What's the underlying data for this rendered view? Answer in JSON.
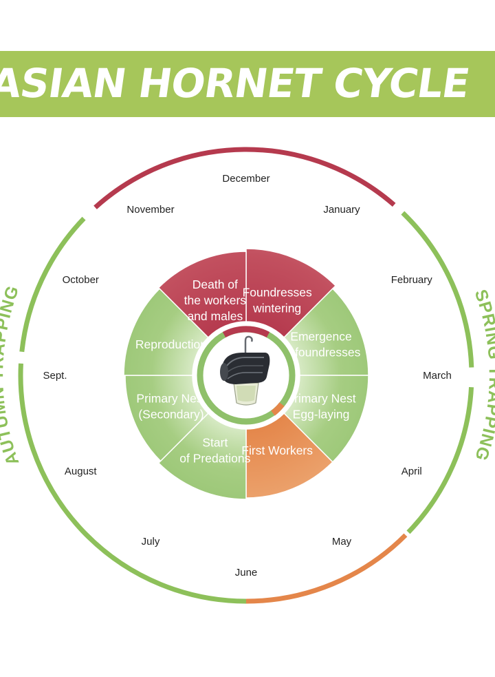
{
  "title": "ASIAN HORNET CYCLE",
  "months": [
    "December",
    "January",
    "February",
    "March",
    "April",
    "May",
    "June",
    "July",
    "August",
    "Sept.",
    "October",
    "November"
  ],
  "segments": [
    {
      "lines": [
        "Foundresses",
        "wintering"
      ],
      "color": "red"
    },
    {
      "lines": [
        "Emergence",
        "of foundresses"
      ],
      "color": "green"
    },
    {
      "lines": [
        "Primary Nest",
        "Egg-laying"
      ],
      "color": "green"
    },
    {
      "lines": [
        "First Workers"
      ],
      "color": "orange"
    },
    {
      "lines": [
        "Start",
        "of Predations"
      ],
      "color": "green"
    },
    {
      "lines": [
        "Primary Nest",
        "(Secondary)"
      ],
      "color": "green"
    },
    {
      "lines": [
        "Reproduction"
      ],
      "color": "green"
    },
    {
      "lines": [
        "Death of",
        "the workers",
        "and males"
      ],
      "color": "red"
    }
  ],
  "trapping": {
    "spring": "SPRING TRAPPING",
    "autumn": "AUTUMN TRAPPING"
  },
  "colors": {
    "banner": "#a6c65a",
    "green": "#8fc06a",
    "green_light": "#d9ebc7",
    "red": "#b53a4e",
    "red_light": "#dd8592",
    "orange": "#e4864a",
    "orange_light": "#f2c39b",
    "trap_green": "#8dc05a"
  }
}
